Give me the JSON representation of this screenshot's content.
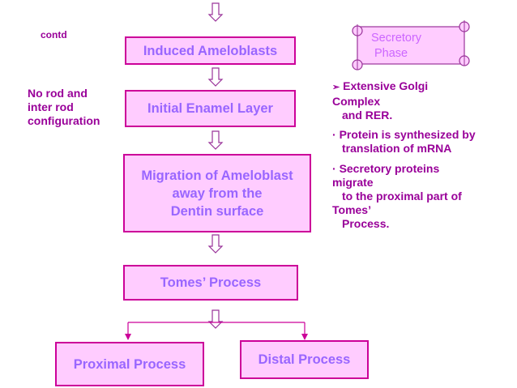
{
  "header": {
    "contd": "contd"
  },
  "flow": {
    "induced_ameloblasts": "Induced Ameloblasts",
    "initial_enamel_layer": "Initial Enamel Layer",
    "migration": [
      "Migration of Ameloblast",
      "away from the",
      "Dentin surface"
    ],
    "tomes_process": "Tomes’ Process",
    "proximal_process": "Proximal Process",
    "distal_process": "Distal Process"
  },
  "side_note": [
    "No rod and",
    "inter rod",
    "configuration"
  ],
  "phase_scroll": [
    "Secretory",
    "Phase"
  ],
  "bullets": [
    {
      "marker": "➢",
      "lines": [
        "Extensive Golgi",
        "Complex",
        "and RER."
      ]
    },
    {
      "marker": "·",
      "lines": [
        "Protein is synthesized by",
        "translation of mRNA"
      ]
    },
    {
      "marker": "·",
      "lines": [
        "Secretory proteins",
        "migrate",
        "to the proximal part of",
        "Tomes’",
        "Process."
      ]
    }
  ],
  "colors": {
    "box_fill": "#ffccff",
    "box_border": "#cc0099",
    "box_text": "#9966ff",
    "note_text": "#990099"
  }
}
